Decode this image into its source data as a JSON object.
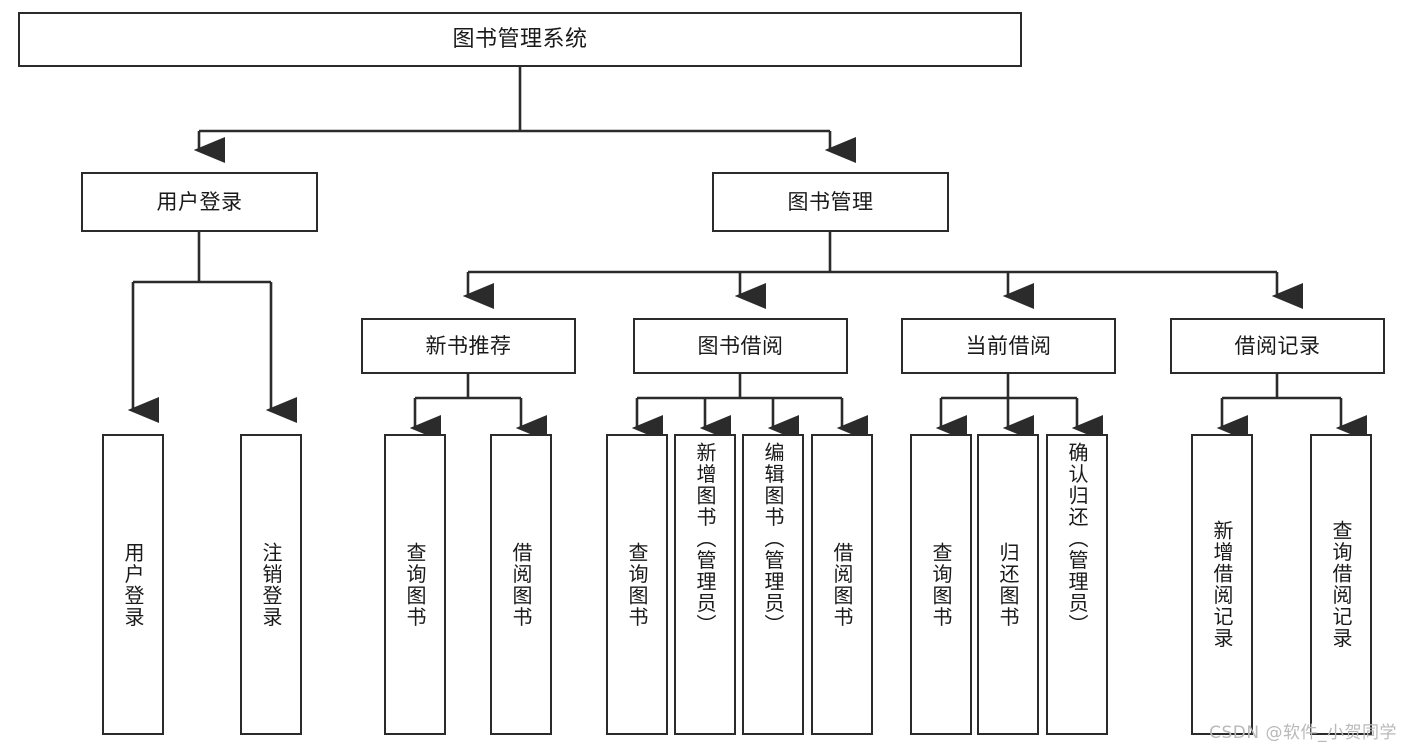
{
  "diagram": {
    "type": "tree-hierarchy",
    "title": "图书管理系统",
    "root": {
      "id": "root",
      "label": "图书管理系统"
    },
    "level1": [
      {
        "id": "user-login",
        "label": "用户登录"
      },
      {
        "id": "book-management",
        "label": "图书管理"
      }
    ],
    "level2": [
      {
        "id": "new-book-recommend",
        "label": "新书推荐",
        "parent": "book-management"
      },
      {
        "id": "book-borrow",
        "label": "图书借阅",
        "parent": "book-management"
      },
      {
        "id": "current-borrow",
        "label": "当前借阅",
        "parent": "book-management"
      },
      {
        "id": "borrow-record",
        "label": "借阅记录",
        "parent": "book-management"
      }
    ],
    "leaves": [
      {
        "id": "leaf-user-login",
        "label": "用户登录",
        "parent": "user-login"
      },
      {
        "id": "leaf-logout",
        "label": "注销登录",
        "parent": "user-login"
      },
      {
        "id": "leaf-query-book-1",
        "label": "查询图书",
        "parent": "new-book-recommend"
      },
      {
        "id": "leaf-borrow-book-1",
        "label": "借阅图书",
        "parent": "new-book-recommend"
      },
      {
        "id": "leaf-query-book-2",
        "label": "查询图书",
        "parent": "book-borrow"
      },
      {
        "id": "leaf-add-book",
        "label": "新增图书（管理员）",
        "parent": "book-borrow"
      },
      {
        "id": "leaf-edit-book",
        "label": "编辑图书（管理员）",
        "parent": "book-borrow"
      },
      {
        "id": "leaf-borrow-book-2",
        "label": "借阅图书",
        "parent": "book-borrow"
      },
      {
        "id": "leaf-query-book-3",
        "label": "查询图书",
        "parent": "current-borrow"
      },
      {
        "id": "leaf-return-book",
        "label": "归还图书",
        "parent": "current-borrow"
      },
      {
        "id": "leaf-confirm-return",
        "label": "确认归还（管理员）",
        "parent": "current-borrow"
      },
      {
        "id": "leaf-add-record",
        "label": "新增借阅记录",
        "parent": "borrow-record"
      },
      {
        "id": "leaf-query-record",
        "label": "查询借阅记录",
        "parent": "borrow-record"
      }
    ],
    "colors": {
      "stroke": "#2b2b2b",
      "fill": "#ffffff",
      "text": "#1a1a1a",
      "watermark": "#b9b9b9"
    }
  },
  "watermark": {
    "text": "CSDN @软件_小贺同学"
  }
}
